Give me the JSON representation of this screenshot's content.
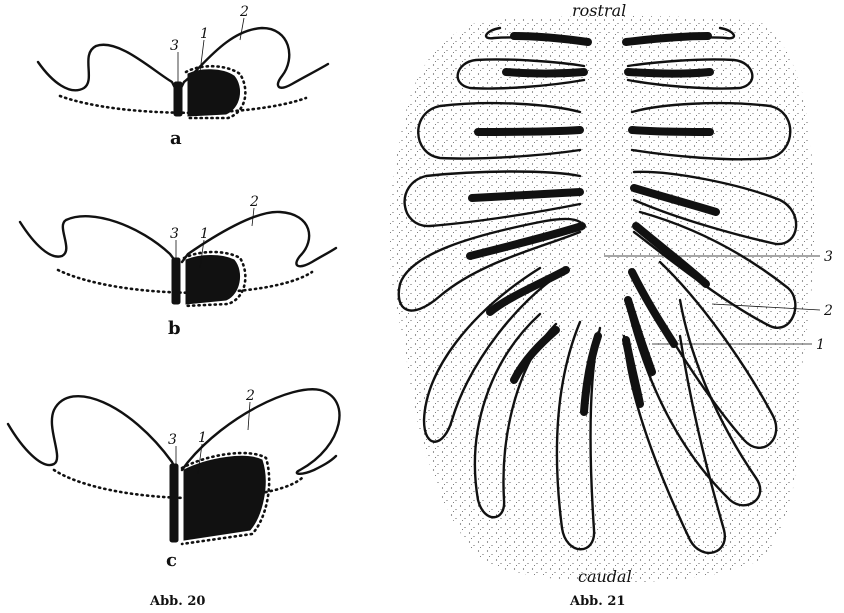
{
  "figure20": {
    "panels": [
      {
        "letter": "a",
        "label_1": "1",
        "label_2": "2",
        "label_3": "3"
      },
      {
        "letter": "b",
        "label_1": "1",
        "label_2": "2",
        "label_3": "3"
      },
      {
        "letter": "c",
        "label_1": "1",
        "label_2": "2",
        "label_3": "3"
      }
    ],
    "caption": "Abb. 20"
  },
  "figure21": {
    "top_label": "rostral",
    "bottom_label": "caudal",
    "label_1": "1",
    "label_2": "2",
    "label_3": "3",
    "caption": "Abb. 21"
  }
}
